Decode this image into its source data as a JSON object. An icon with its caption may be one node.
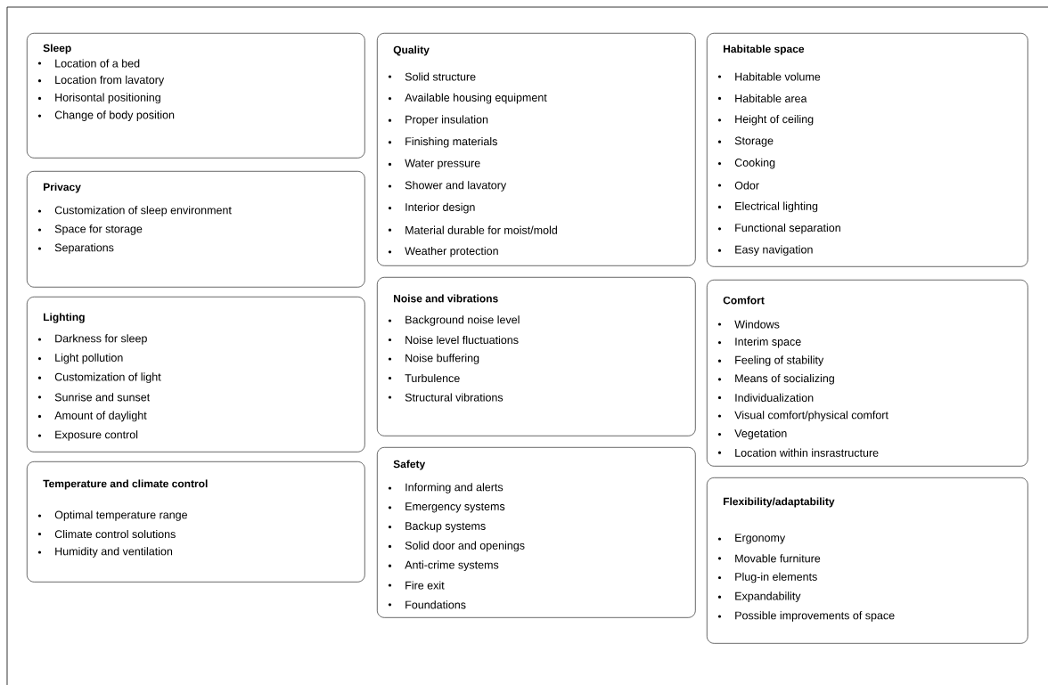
{
  "diagram": {
    "nodes": [
      {
        "text": [
          "Sleep",
          "Location of a bed",
          "Location from lavatory",
          "Horisontal positioning",
          "Change of body position"
        ]
      },
      {
        "text": [
          "Privacy",
          "Customization of sleep environment",
          "Space for storage",
          "Separations"
        ]
      },
      {
        "text": [
          "Lighting",
          "Darkness for sleep",
          "Light pollution",
          "Customization of light",
          "Sunrise and sunset",
          "Amount of daylight",
          "Exposure control"
        ]
      },
      {
        "text": [
          "Temperature and climate control",
          "Optimal temperature range",
          "Climate control solutions",
          "Humidity and ventilation"
        ]
      },
      {
        "text": [
          "Quality",
          "Solid structure",
          "Available housing equipment",
          "Proper insulation",
          "Finishing materials",
          "Water pressure",
          "Shower and lavatory",
          "Interior design",
          "Material durable for moist/mold",
          "Weather protection"
        ]
      },
      {
        "text": [
          "Noise and vibrations",
          "Background noise level",
          "Noise level fluctuations",
          "Noise buffering",
          "Turbulence",
          "Structural vibrations"
        ]
      },
      {
        "text": [
          "Safety",
          "Informing and alerts",
          "Emergency systems",
          "Backup systems",
          "Solid door and openings",
          "Anti-crime systems",
          "Fire exit",
          "Foundations"
        ]
      },
      {
        "text": [
          "Habitable space",
          "Habitable volume",
          "Habitable area",
          "Height of ceiling",
          "Storage",
          "Cooking",
          "Odor",
          "Electrical lighting",
          "Functional separation",
          "Easy navigation"
        ]
      },
      {
        "text": [
          "Comfort",
          "Windows",
          "Interim space",
          "Feeling of stability",
          "Means of socializing",
          "Individualization",
          "Visual comfort/physical comfort",
          "Vegetation",
          "Location within insrastructure"
        ]
      },
      {
        "text": [
          "Flexibility/adaptability",
          "Ergonomy",
          "Movable furniture",
          "Plug-in elements",
          "Expandability",
          "Possible improvements of space"
        ]
      }
    ]
  }
}
